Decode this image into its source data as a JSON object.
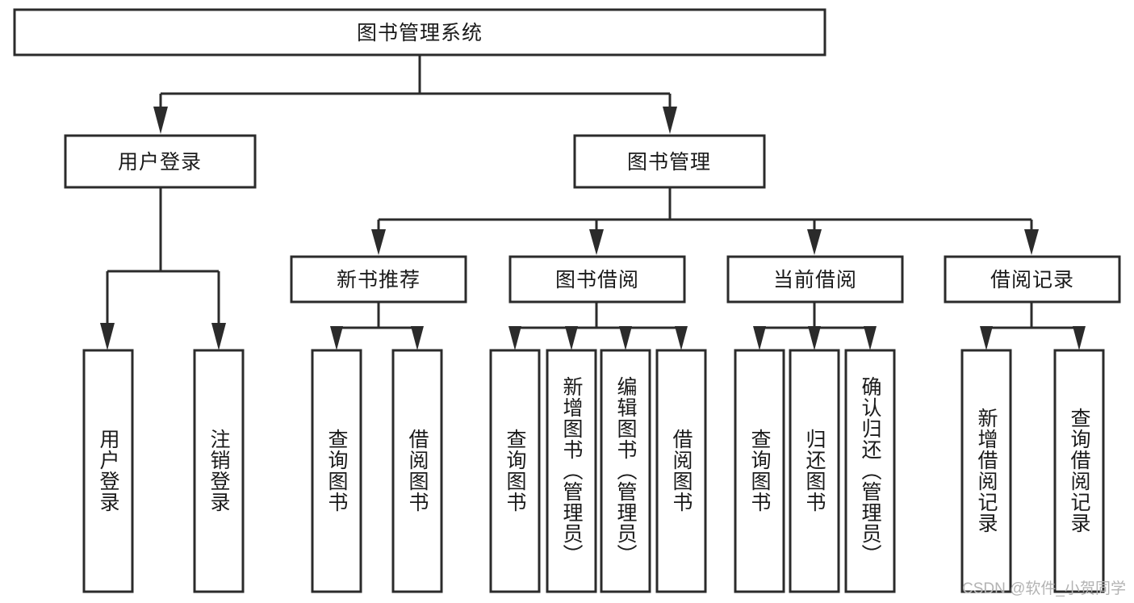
{
  "diagram": {
    "type": "tree-hierarchy-chart",
    "title": "图书管理系统",
    "orientation": "top-down",
    "colors": {
      "box_fill": "#ffffff",
      "box_stroke": "#2b2b2b",
      "line": "#2b2b2b",
      "text": "#1a1a1a",
      "background": "#ffffff",
      "watermark": "#b3b3b3"
    },
    "levels": {
      "root": {
        "label": "图书管理系统"
      },
      "level2": [
        {
          "id": "user-login",
          "label": "用户登录"
        },
        {
          "id": "book-management",
          "label": "图书管理"
        }
      ],
      "level3": [
        {
          "id": "new-book-recommend",
          "label": "新书推荐"
        },
        {
          "id": "book-borrow",
          "label": "图书借阅"
        },
        {
          "id": "current-borrow",
          "label": "当前借阅"
        },
        {
          "id": "borrow-record",
          "label": "借阅记录"
        }
      ],
      "leaves": {
        "user-login": [
          {
            "id": "leaf-user-login",
            "label": "用户登录"
          },
          {
            "id": "leaf-logout",
            "label": "注销登录"
          }
        ],
        "new-book-recommend": [
          {
            "id": "leaf-query-book-1",
            "label": "查询图书"
          },
          {
            "id": "leaf-borrow-book-1",
            "label": "借阅图书"
          }
        ],
        "book-borrow": [
          {
            "id": "leaf-query-book-2",
            "label": "查询图书"
          },
          {
            "id": "leaf-add-book",
            "label": "新增图书（管理员）"
          },
          {
            "id": "leaf-edit-book",
            "label": "编辑图书（管理员）"
          },
          {
            "id": "leaf-borrow-book-2",
            "label": "借阅图书"
          }
        ],
        "current-borrow": [
          {
            "id": "leaf-query-book-3",
            "label": "查询图书"
          },
          {
            "id": "leaf-return-book",
            "label": "归还图书"
          },
          {
            "id": "leaf-confirm-return",
            "label": "确认归还（管理员）"
          }
        ],
        "borrow-record": [
          {
            "id": "leaf-add-record",
            "label": "新增借阅记录"
          },
          {
            "id": "leaf-query-record",
            "label": "查询借阅记录"
          }
        ]
      }
    },
    "edges": [
      {
        "from": "图书管理系统",
        "to": "用户登录"
      },
      {
        "from": "图书管理系统",
        "to": "图书管理"
      },
      {
        "from": "用户登录",
        "to": "用户登录"
      },
      {
        "from": "用户登录",
        "to": "注销登录"
      },
      {
        "from": "图书管理",
        "to": "新书推荐"
      },
      {
        "from": "图书管理",
        "to": "图书借阅"
      },
      {
        "from": "图书管理",
        "to": "当前借阅"
      },
      {
        "from": "图书管理",
        "to": "借阅记录"
      },
      {
        "from": "新书推荐",
        "to": "查询图书"
      },
      {
        "from": "新书推荐",
        "to": "借阅图书"
      },
      {
        "from": "图书借阅",
        "to": "查询图书"
      },
      {
        "from": "图书借阅",
        "to": "新增图书（管理员）"
      },
      {
        "from": "图书借阅",
        "to": "编辑图书（管理员）"
      },
      {
        "from": "图书借阅",
        "to": "借阅图书"
      },
      {
        "from": "当前借阅",
        "to": "查询图书"
      },
      {
        "from": "当前借阅",
        "to": "归还图书"
      },
      {
        "from": "当前借阅",
        "to": "确认归还（管理员）"
      },
      {
        "from": "借阅记录",
        "to": "新增借阅记录"
      },
      {
        "from": "借阅记录",
        "to": "查询借阅记录"
      }
    ]
  },
  "watermark": {
    "text": "CSDN @软件_小贺同学"
  }
}
